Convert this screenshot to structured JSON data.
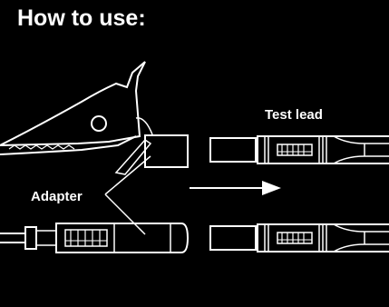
{
  "header": {
    "title": "How to use:"
  },
  "labels": {
    "test_lead": "Test lead",
    "adapter": "Adapter"
  },
  "icons": {
    "arrow": "right-arrow-icon"
  },
  "colors": {
    "background": "#000000",
    "foreground": "#ffffff"
  }
}
